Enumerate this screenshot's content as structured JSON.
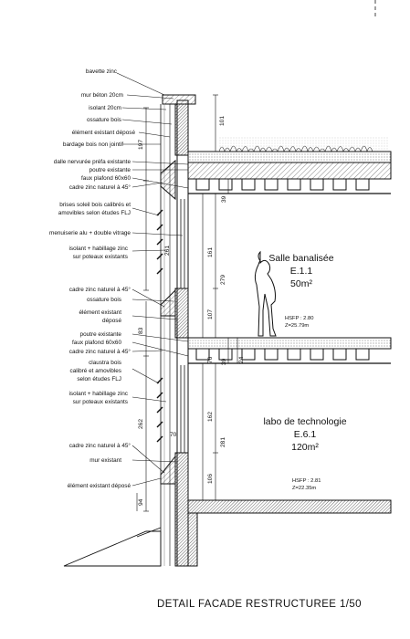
{
  "labels": [
    {
      "id": "bavette-zinc",
      "text": "bavette zinc",
      "lines": 1
    },
    {
      "id": "mur-beton",
      "text": "mur béton 20cm",
      "lines": 1
    },
    {
      "id": "isolant-1",
      "text": "isolant 20cm",
      "lines": 1
    },
    {
      "id": "ossature-1",
      "text": "ossature bois",
      "lines": 1
    },
    {
      "id": "element-existant-1",
      "text": "élément existant déposé",
      "lines": 1
    },
    {
      "id": "bardage",
      "text": "bardage bois non jointif",
      "lines": 1
    },
    {
      "id": "dalle",
      "text": "dalle nervurée préfa existante",
      "lines": 1
    },
    {
      "id": "poutre-1",
      "text": "poutre existante",
      "lines": 1
    },
    {
      "id": "faux-plafond-1",
      "text": "faux plafond 60x60",
      "lines": 1
    },
    {
      "id": "cadre-1",
      "text": "cadre zinc naturel à 45°",
      "lines": 1
    },
    {
      "id": "brises-soleil",
      "text": [
        "brises soleil bois calibrés et",
        "amovibles selon études FLJ"
      ],
      "lines": 2
    },
    {
      "id": "menuiserie",
      "text": "menuiserie alu + double vitrage",
      "lines": 1
    },
    {
      "id": "isolant-habillage-1",
      "text": [
        "isolant + habillage zinc",
        "sur poteaux existants"
      ],
      "lines": 2
    },
    {
      "id": "cadre-2",
      "text": "cadre zinc naturel à 45°",
      "lines": 1
    },
    {
      "id": "ossature-2",
      "text": "ossature bois",
      "lines": 1
    },
    {
      "id": "element-existant-2",
      "text": [
        "élément existant",
        "déposé"
      ],
      "lines": 2
    },
    {
      "id": "poutre-2",
      "text": "poutre existante",
      "lines": 1
    },
    {
      "id": "faux-plafond-2",
      "text": "faux plafond 60x60",
      "lines": 1
    },
    {
      "id": "cadre-3",
      "text": "cadre zinc naturel à 45°",
      "lines": 1
    },
    {
      "id": "claustra",
      "text": [
        "claustra bois",
        "calibré et amovibles",
        "selon études FLJ"
      ],
      "lines": 3
    },
    {
      "id": "isolant-habillage-2",
      "text": [
        "isolant + habillage zinc",
        "sur poteaux existants"
      ],
      "lines": 2
    },
    {
      "id": "cadre-4",
      "text": "cadre zinc naturel à 45°",
      "lines": 1
    },
    {
      "id": "mur-existant",
      "text": "mur existant",
      "lines": 1
    },
    {
      "id": "element-existant-3",
      "text": "élément existant déposé",
      "lines": 1
    }
  ],
  "dimensions": [
    "101",
    "197",
    "39",
    "161",
    "279",
    "261",
    "107",
    "83",
    "76",
    "39",
    "24",
    "70",
    "162",
    "281",
    "262",
    "106",
    "94"
  ],
  "rooms": [
    {
      "name": "Salle banalisée",
      "code": "E.1.1",
      "area": "50m²",
      "hsfp": "HSFP : 2.80",
      "z": "Z=25.79m"
    },
    {
      "name": "labo de technologie",
      "code": "E.6.1",
      "area": "120m²",
      "hsfp": "HSFP : 2.81",
      "z": "Z=22.35m"
    }
  ],
  "title": "DETAIL FACADE RESTRUCTUREE  1/50"
}
